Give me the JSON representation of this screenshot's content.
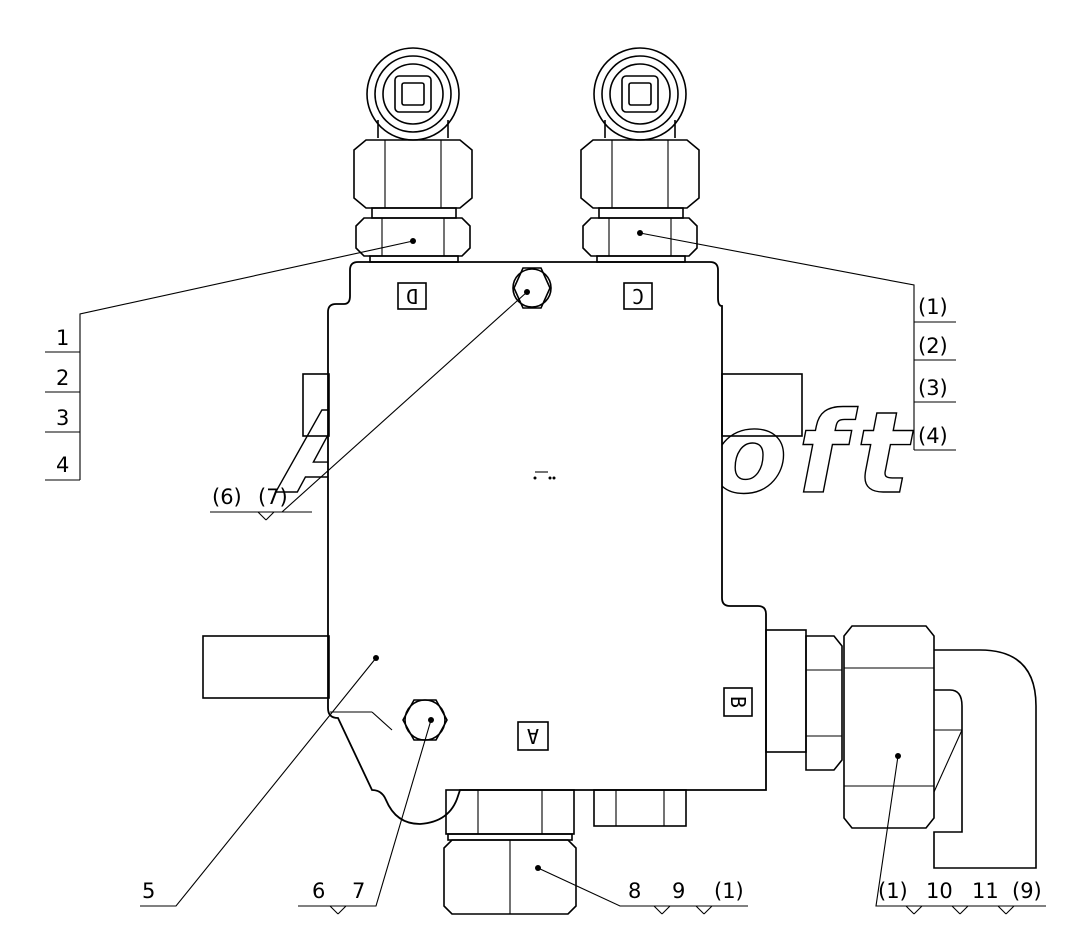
{
  "watermark": "AutoSoft",
  "ports": {
    "a": "A",
    "b": "B",
    "c": "C",
    "d": "D"
  },
  "labels": {
    "left_stack": [
      "1",
      "2",
      "3",
      "4"
    ],
    "right_stack": [
      "(1)",
      "(2)",
      "(3)",
      "(4)"
    ],
    "top_left_pair": [
      "(6)",
      "(7)"
    ],
    "bottom_body": "5",
    "bottom_plug": [
      "6",
      "7"
    ],
    "bottom_fitting": [
      "8",
      "9",
      "(1)"
    ],
    "right_fitting": [
      "(1)",
      "10",
      "11",
      "(9)"
    ]
  }
}
